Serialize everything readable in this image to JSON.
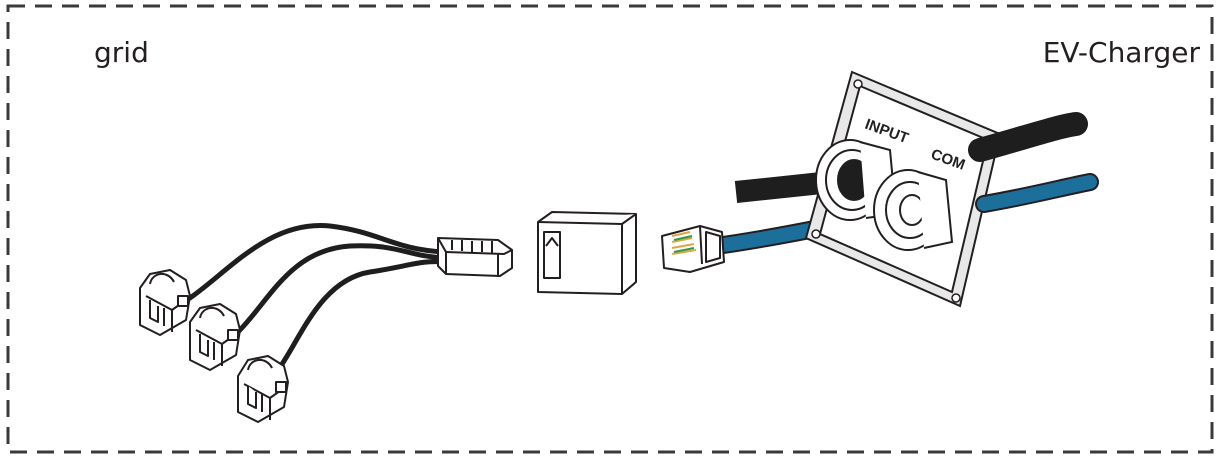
{
  "labels": {
    "left": "grid",
    "right": "EV-Charger",
    "port_input": "INPUT",
    "port_com": "COM"
  },
  "colors": {
    "frame": "#3a3a3a",
    "cable_black": "#1e1e1e",
    "cable_blue": "#1b6f9a",
    "line": "#231f20",
    "background": "#ffffff",
    "clamp_fill": "#ffffff"
  },
  "icons": [
    "ct-clamp-icon",
    "rj45-plug-icon",
    "rj45-coupler-icon",
    "cable-gland-icon"
  ]
}
